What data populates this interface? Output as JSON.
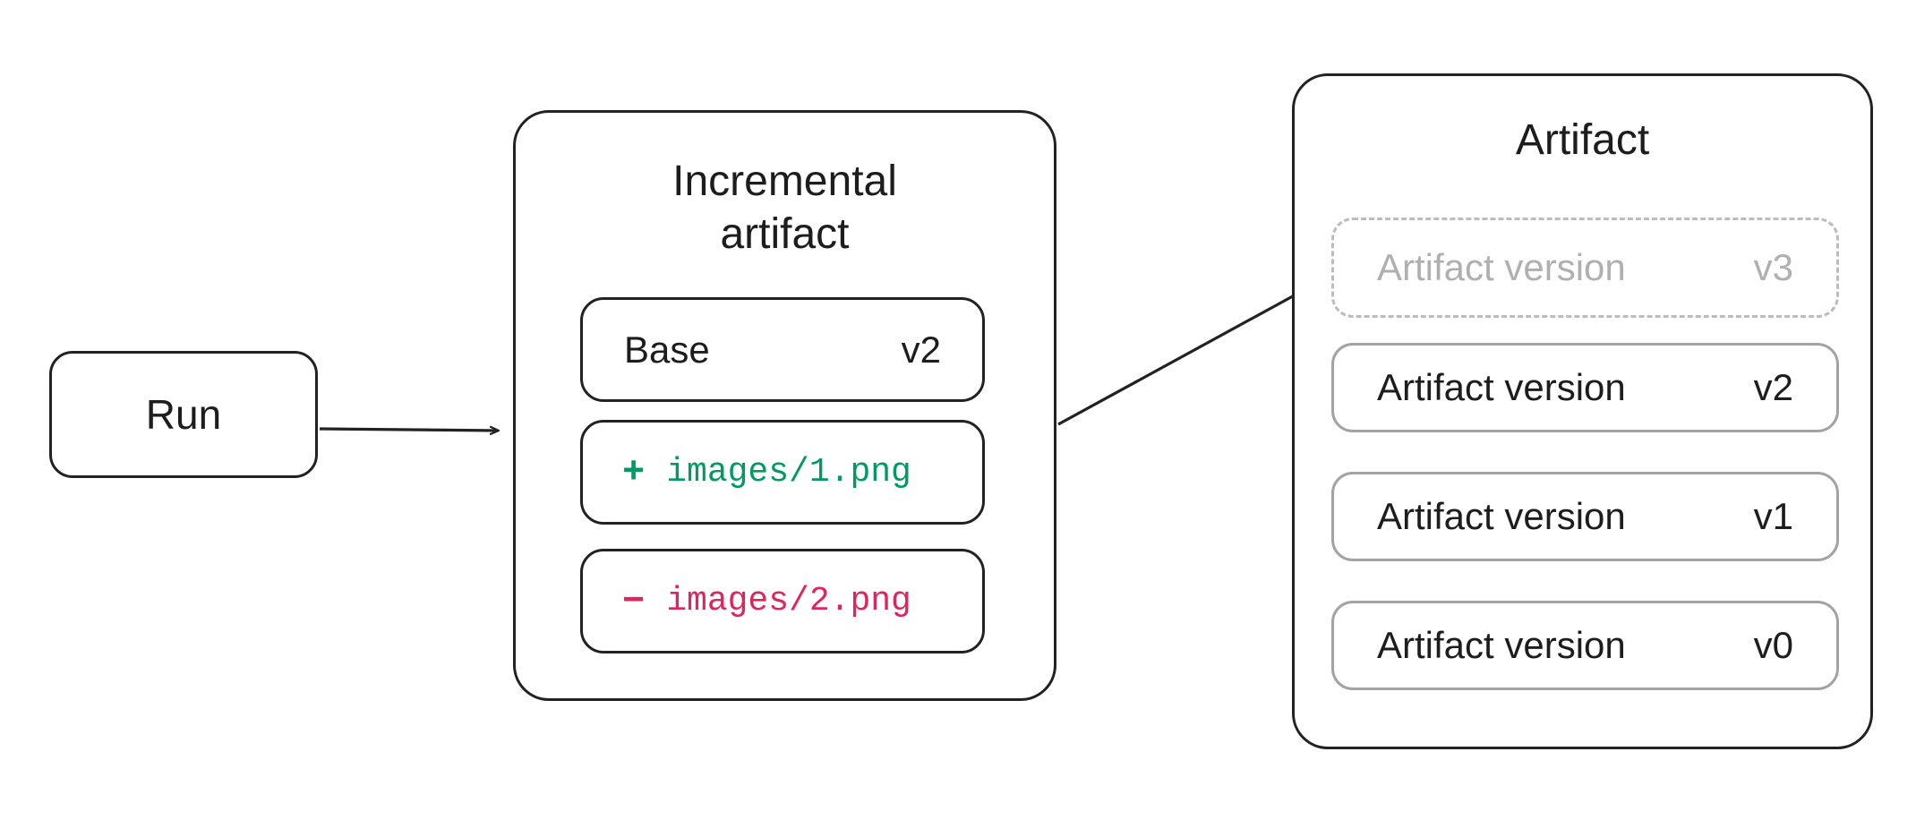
{
  "diagram": {
    "run": {
      "label": "Run"
    },
    "incremental": {
      "title": "Incremental artifact",
      "base": {
        "label": "Base",
        "version": "v2"
      },
      "added": {
        "sign": "+",
        "path": "images/1.png"
      },
      "removed": {
        "sign": "−",
        "path": "images/2.png"
      }
    },
    "artifact": {
      "title": "Artifact",
      "pending": {
        "label": "Artifact version",
        "version": "v3"
      },
      "versions": [
        {
          "label": "Artifact version",
          "version": "v2"
        },
        {
          "label": "Artifact version",
          "version": "v1"
        },
        {
          "label": "Artifact version",
          "version": "v0"
        }
      ]
    },
    "colors": {
      "add_green": "#009a62",
      "remove_red": "#e0245e",
      "border_dark": "#222222",
      "border_gray": "#a3a3a3",
      "pending_gray": "#b0b0b0"
    }
  }
}
